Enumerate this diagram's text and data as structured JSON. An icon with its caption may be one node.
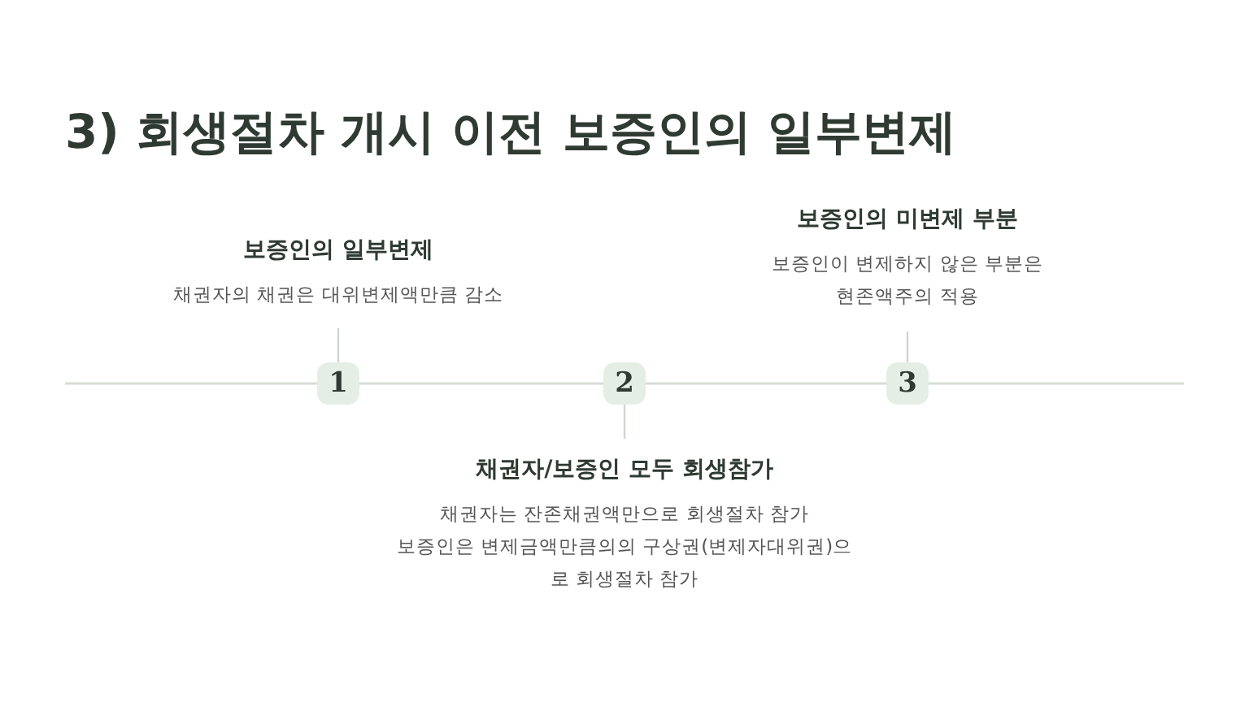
{
  "diagram": {
    "title": "3) 회생절차 개시 이전 보증인의 일부변제",
    "nodes": [
      {
        "text": [
          "1"
        ],
        "beside": [
          "보증인의 일부변제",
          "채권자의 채권은 대위변제액만큼 감소"
        ]
      },
      {
        "text": [
          "2"
        ],
        "beside": [
          "채권자/보증인 모두 회생참가",
          "채권자는 잔존채권액만으로 회생절차 참가",
          "보증인은 변제금액만큼의의 구상권(변제자대위권)으로 회생절차 참가"
        ]
      },
      {
        "text": [
          "3"
        ],
        "beside": [
          "보증인의 미변제 부분",
          "보증인이 변제하지 않은 부분은 현존액주의 적용"
        ]
      }
    ],
    "edges": []
  }
}
